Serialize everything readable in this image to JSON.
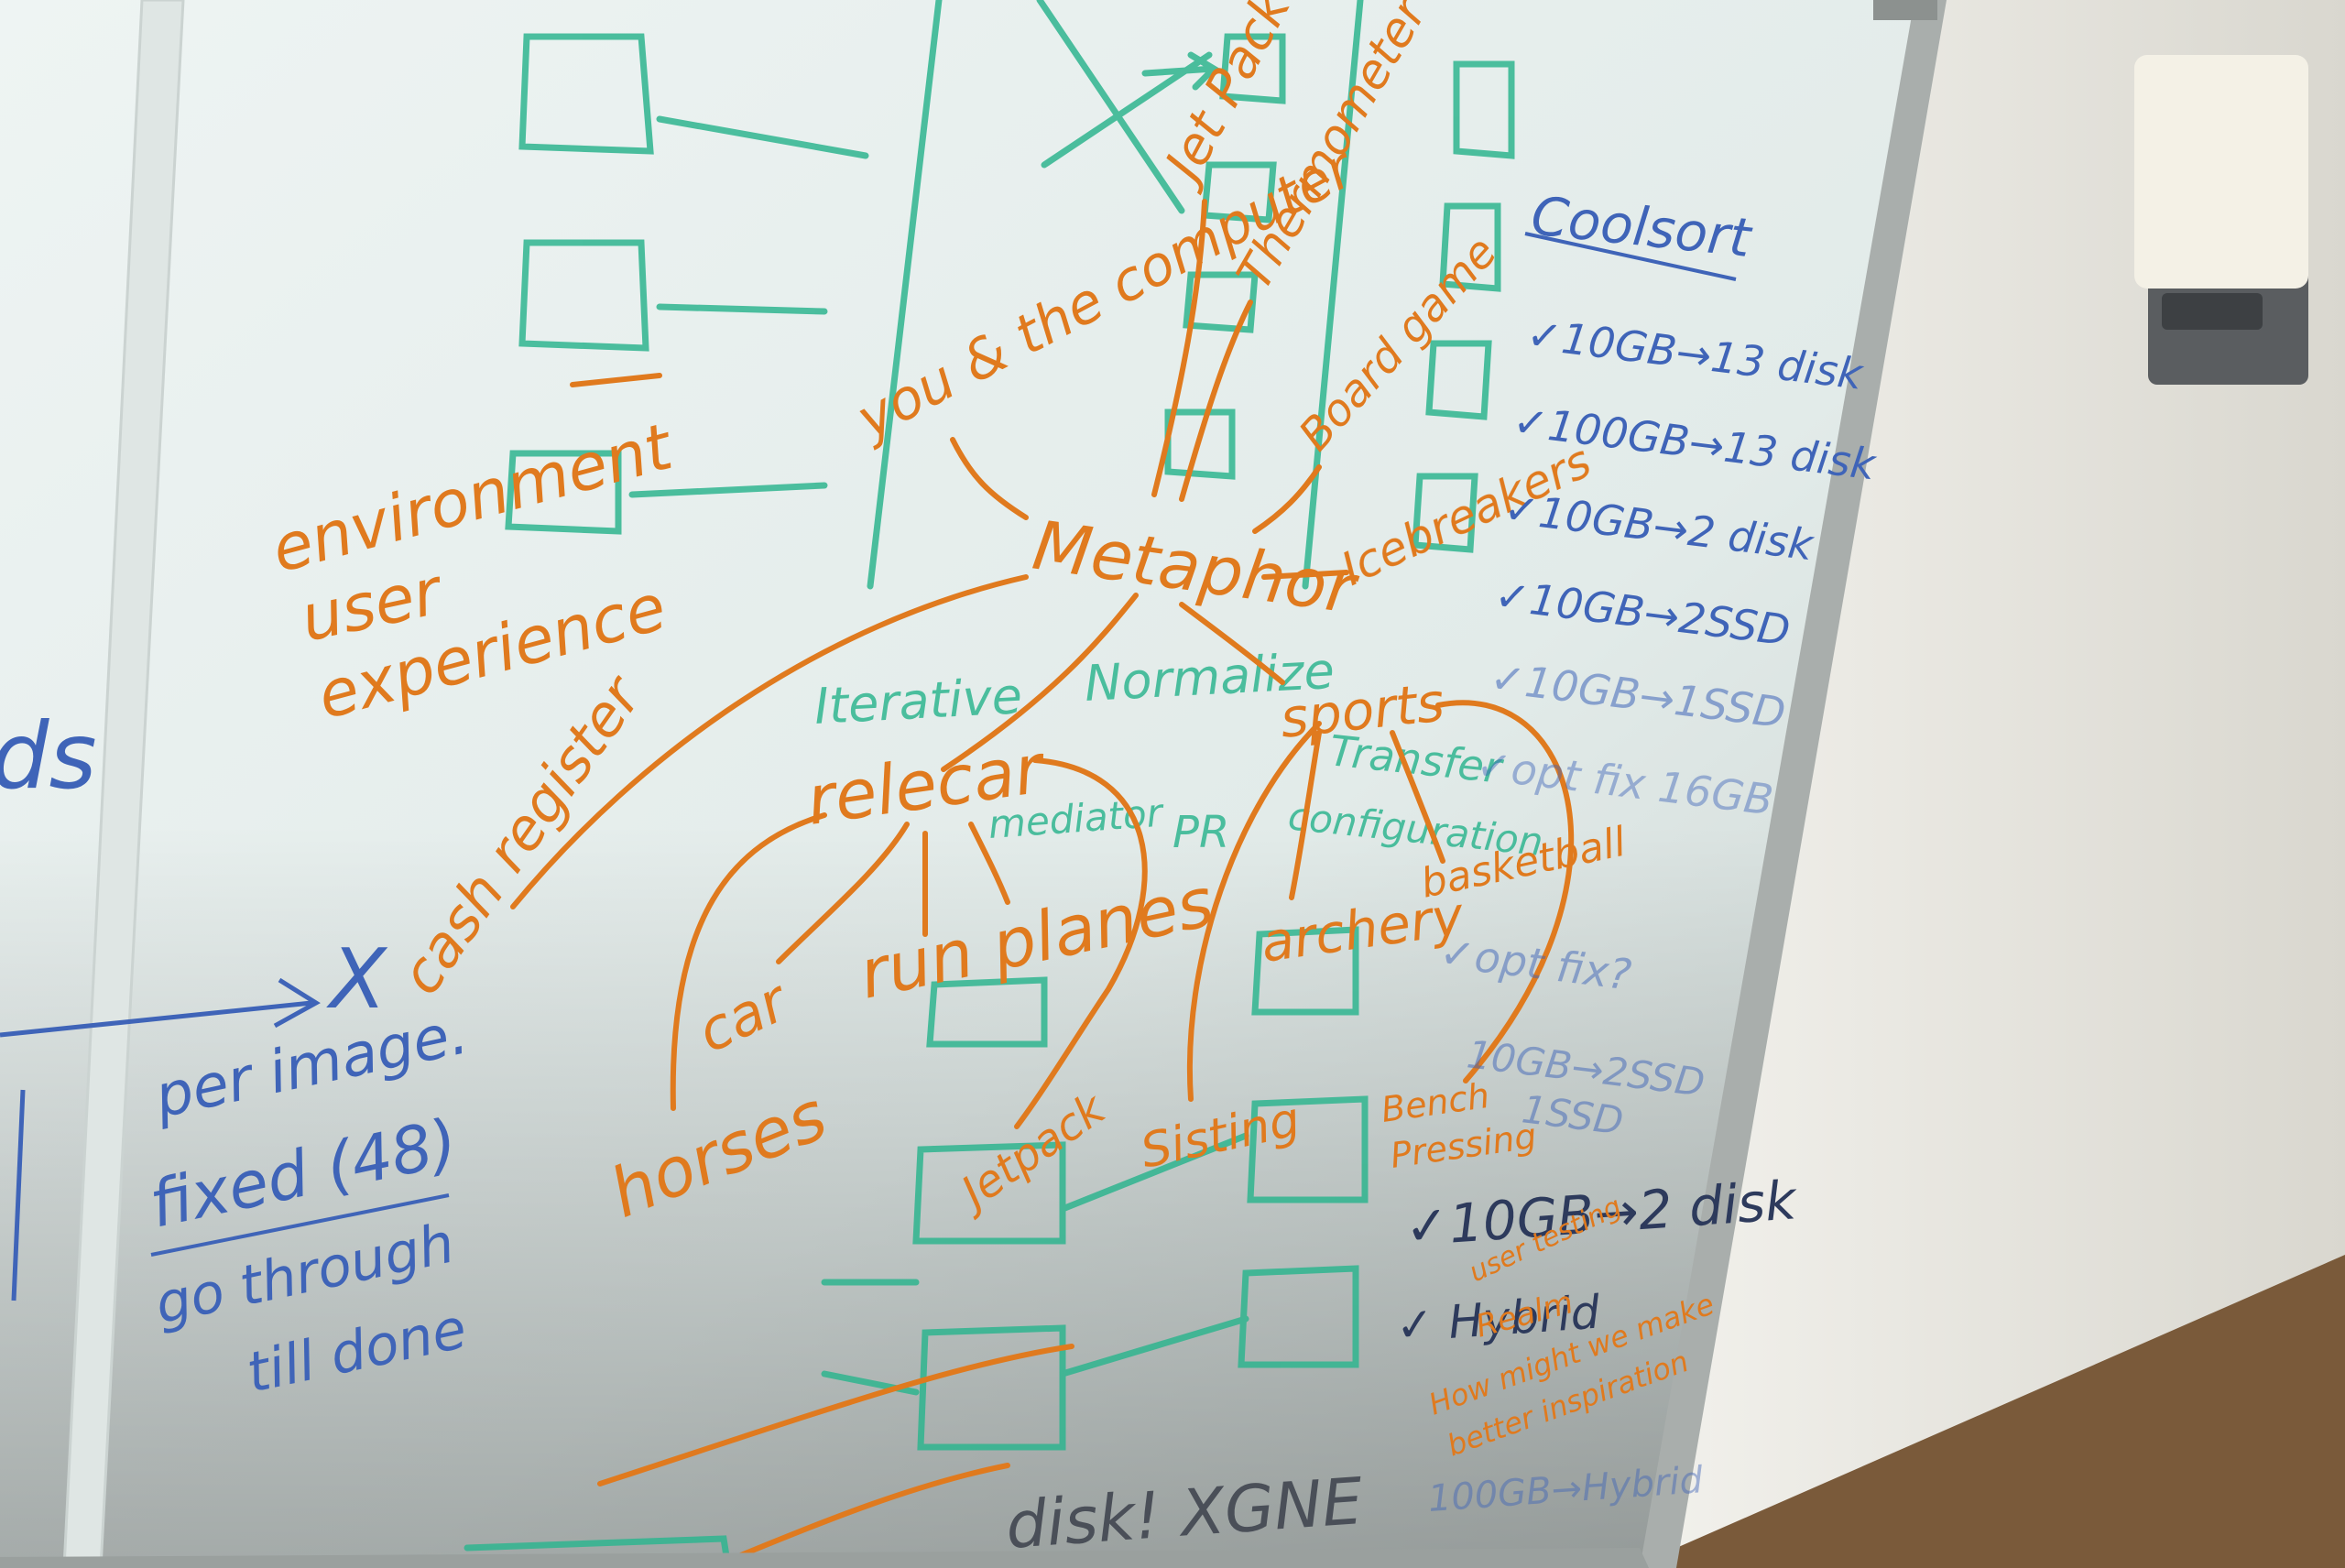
{
  "colors": {
    "orange": "#e07a1e",
    "teal": "#2fb58f",
    "blue": "#3f64b8",
    "board": "#e9f0ee",
    "wall": "#e8e6df"
  },
  "orange_words": {
    "environment": "environment",
    "user": "user",
    "experience": "experience",
    "you_computer": "you & the computer",
    "jetpack_top": "Jet Pack",
    "thermometer": "Thermometer",
    "board_game": "Board game",
    "metaphor": "Metaphor",
    "icebreakers": "Icebreakers",
    "cash_register": "cash register",
    "sports": "sports",
    "relecar": "relecar",
    "basketball": "basketball",
    "run_planes": "run planes",
    "car": "car",
    "archery": "archery",
    "horses": "horses",
    "jetpack_bottom": "Jetpack",
    "sisting": "Sisting",
    "bench": "Bench",
    "pressing": "Pressing"
  },
  "teal_words": {
    "iterative": "Iterative",
    "normalize": "Normalize",
    "transfer": "Transfer",
    "configuration": "configuration",
    "mediator": "mediator",
    "pr": "PR"
  },
  "blue_words": {
    "coolsort": "Coolsort",
    "list": [
      "✓10GB→13 disk",
      "✓100GB→13 disk",
      "✓10GB→2 disk",
      "✓10GB→2SSD",
      "✓10GB→1SSD",
      "✓opt fix 16GB",
      "✓opt fix?",
      "10GB→2SSD",
      "1SSD",
      "✓10GB→2 disk",
      "✓ Hybrid",
      "100GB→Hybrid"
    ],
    "per_image": "per image.",
    "fixed": "fixed (48)",
    "go_through": "go through",
    "till_done": "till done",
    "bottom_text": "disk! XGNE",
    "ds": "ds",
    "x_mark": "X"
  },
  "orange_notes": {
    "user_testing": "user testing",
    "realm": "Realm",
    "how_might": "How might we make",
    "better": "better inspiration"
  }
}
